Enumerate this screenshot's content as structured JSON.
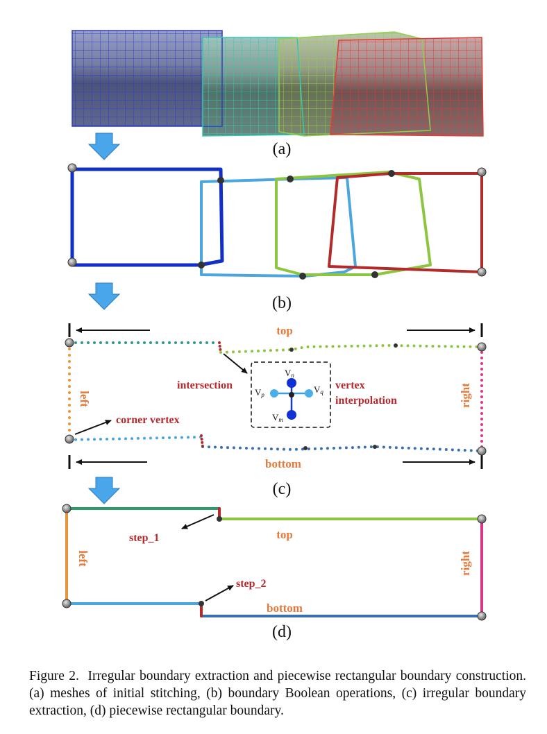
{
  "panels": {
    "a": {
      "label": "(a)"
    },
    "b": {
      "label": "(b)"
    },
    "c": {
      "label": "(c)",
      "top": "top",
      "bottom": "bottom",
      "left": "left",
      "right": "right",
      "intersection": "intersection",
      "corner_vertex": "corner vertex",
      "vertex_interp_1": "vertex",
      "vertex_interp_2": "interpolation",
      "vn": "V",
      "vn_sub": "n",
      "vm": "V",
      "vm_sub": "m",
      "vp": "V",
      "vp_sub": "p",
      "vq": "V",
      "vq_sub": "q"
    },
    "d": {
      "label": "(d)",
      "top": "top",
      "bottom": "bottom",
      "left": "left",
      "right": "right",
      "step1": "step_1",
      "step2": "step_2"
    }
  },
  "colors": {
    "mesh1": "#2d3fc8",
    "mesh2": "#35c8b0",
    "mesh3": "#8fd14a",
    "mesh4": "#e23b33",
    "dark_blue": "#1230c8",
    "light_blue": "#4aa6dd",
    "green": "#8cc641",
    "dark_red": "#b22a2a",
    "teal": "#2d9a8a",
    "orange": "#e8943a",
    "magenta": "#d6368c",
    "steel_blue": "#3a6fb0",
    "arrow_blue": "#4aa6ea",
    "label_orange": "#e47a3c",
    "label_red": "#b5292c"
  },
  "caption": {
    "fig": "Figure 2.",
    "text": "Irregular boundary extraction and piecewise rectangular boundary construction. (a) meshes of initial stitching, (b) boundary Boolean operations, (c) irregular boundary extraction, (d) piecewise rectangular boundary."
  }
}
